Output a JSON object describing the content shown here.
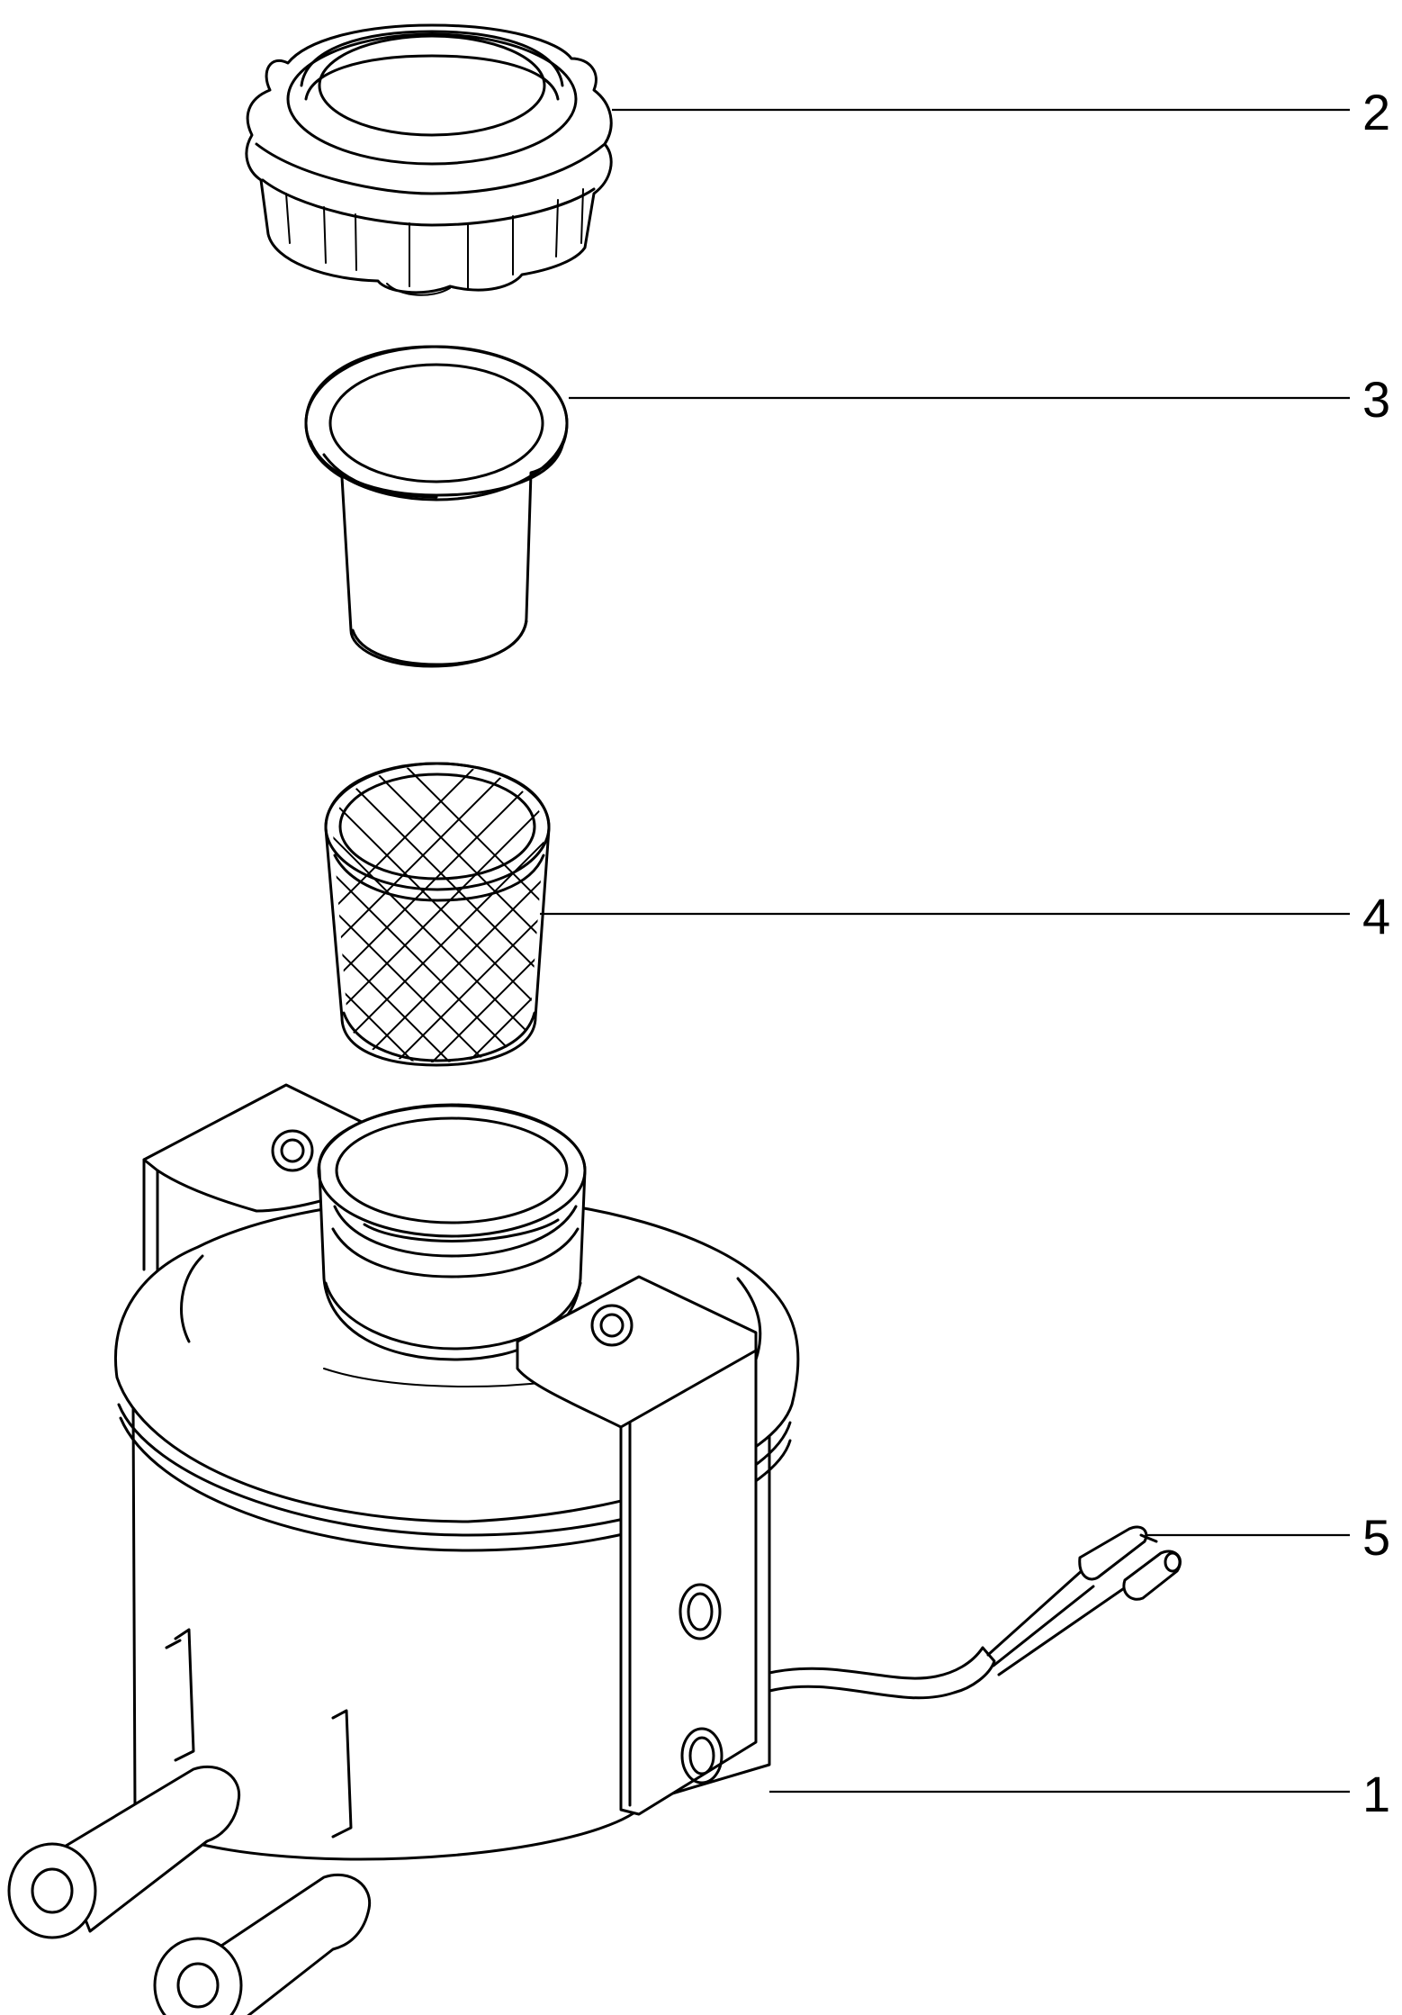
{
  "callouts": [
    {
      "id": "callout-2",
      "label": "2"
    },
    {
      "id": "callout-3",
      "label": "3"
    },
    {
      "id": "callout-4",
      "label": "4"
    },
    {
      "id": "callout-5",
      "label": "5"
    },
    {
      "id": "callout-1",
      "label": "1"
    }
  ]
}
